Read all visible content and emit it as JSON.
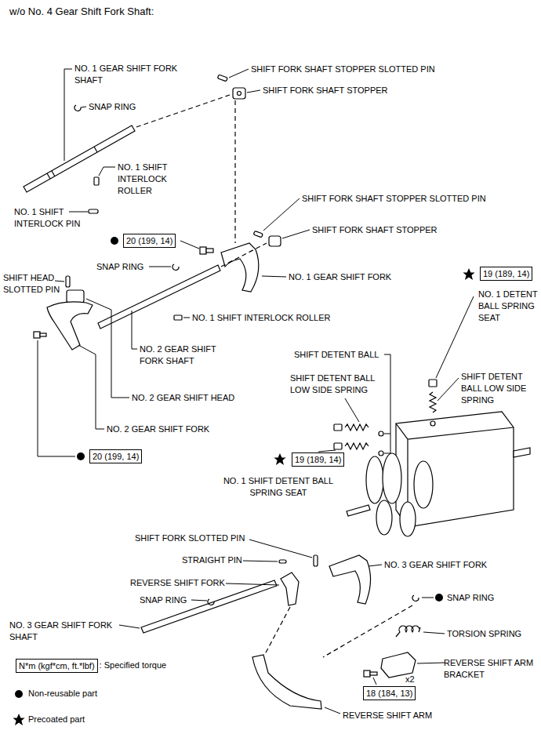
{
  "diagram": {
    "title": "w/o No. 4 Gear Shift Fork Shaft:",
    "nodes": [
      {
        "text": [
          "20 (199, 14)"
        ]
      },
      {
        "text": [
          "19 (189, 14)"
        ]
      },
      {
        "text": [
          "20 (199, 14)"
        ]
      },
      {
        "text": [
          "19 (189, 14)"
        ]
      },
      {
        "text": [
          "N*m (kgf*cm, ft.*lbf)"
        ]
      },
      {
        "text": [
          "18 (184, 13)"
        ]
      }
    ],
    "labels": [
      "NO. 1 GEAR SHIFT FORK SHAFT",
      "SHIFT FORK SHAFT STOPPER SLOTTED PIN",
      "SHIFT FORK SHAFT STOPPER",
      "SNAP RING",
      "NO. 1 SHIFT INTERLOCK ROLLER",
      "SHIFT FORK SHAFT STOPPER SLOTTED PIN",
      "NO. 1 SHIFT INTERLOCK PIN",
      "SHIFT FORK SHAFT STOPPER",
      "SNAP RING",
      "NO. 1 GEAR SHIFT FORK",
      "NO. 1 DETENT BALL SPRING SEAT",
      "SHIFT HEAD SLOTTED PIN",
      "NO. 1 SHIFT INTERLOCK ROLLER",
      "NO. 2 GEAR SHIFT FORK SHAFT",
      "SHIFT DETENT BALL",
      "SHIFT DETENT BALL LOW SIDE SPRING",
      "SHIFT DETENT BALL LOW SIDE SPRING",
      "NO. 2 GEAR SHIFT HEAD",
      "NO. 2 GEAR SHIFT FORK",
      "NO. 1 SHIFT DETENT BALL SPRING SEAT",
      "SHIFT FORK SLOTTED PIN",
      "STRAIGHT PIN",
      "NO. 3 GEAR SHIFT FORK",
      "REVERSE SHIFT FORK",
      "SNAP RING",
      "SNAP RING",
      "NO. 3 GEAR SHIFT FORK SHAFT",
      "TORSION SPRING",
      "REVERSE SHIFT ARM BRACKET",
      "x2",
      "REVERSE SHIFT ARM"
    ],
    "legend": [
      {
        "text": ": Specified torque"
      },
      {
        "text": "Non-reusable part"
      },
      {
        "text": "Precoated part"
      }
    ]
  }
}
